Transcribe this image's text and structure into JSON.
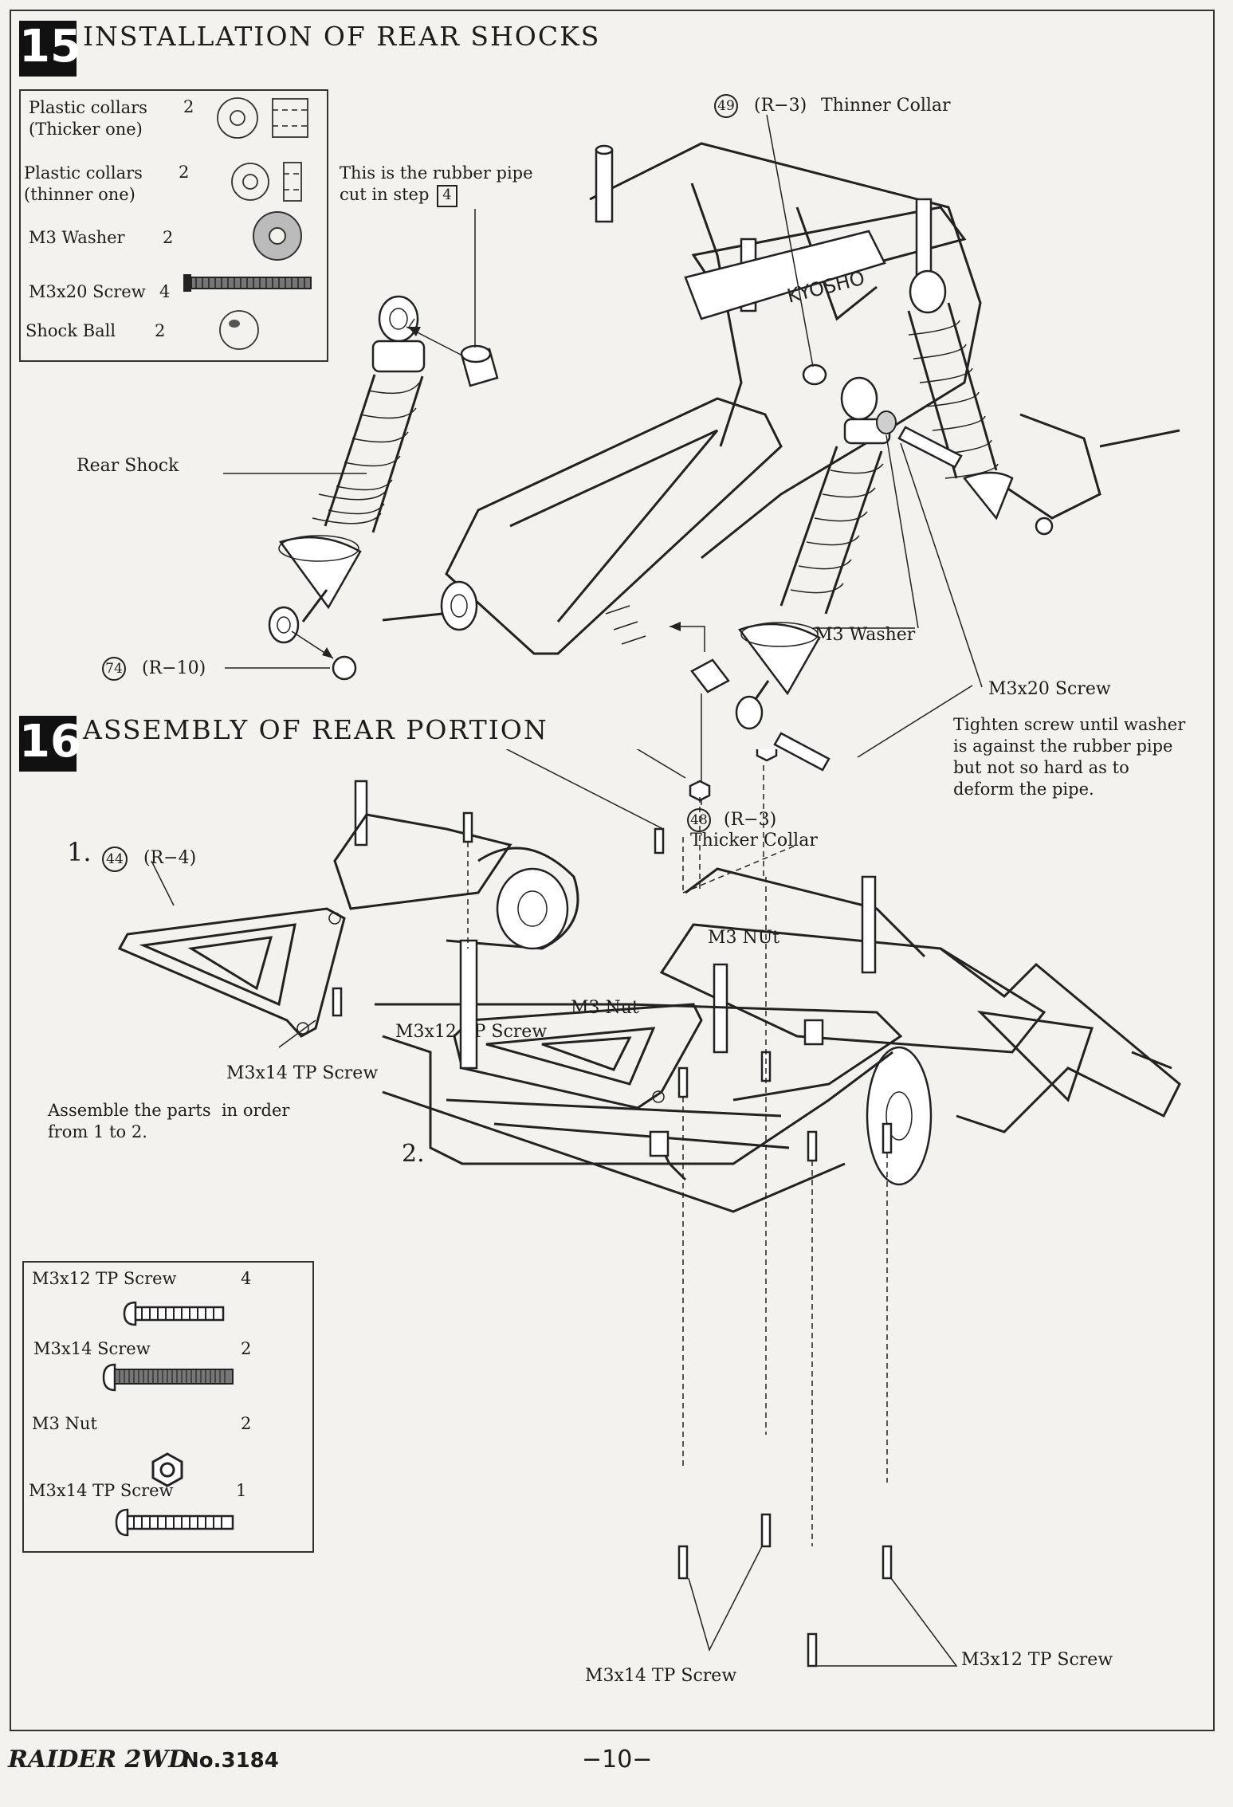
{
  "step15": {
    "number": "15",
    "title": "INSTALLATION OF REAR SHOCKS",
    "parts": [
      {
        "name": "Plastic collars\n(Thicker one)",
        "qty": "2"
      },
      {
        "name": "Plastic collars\n(thinner one)",
        "qty": "2"
      },
      {
        "name": "M3 Washer",
        "qty": "2"
      },
      {
        "name": "M3x20 Screw",
        "qty": "4"
      },
      {
        "name": "Shock Ball",
        "qty": "2"
      }
    ],
    "callouts": {
      "pipe_note": "This is the rubber pipe\ncut in step",
      "pipe_step": "4",
      "thin_num": "49",
      "thin_ref": "(R−3)",
      "thin_label": "Thinner Collar",
      "rear_shock": "Rear Shock",
      "ball_num": "74",
      "ball_ref": "(R−10)",
      "washer": "M3 Washer",
      "screw": "M3x20 Screw",
      "tighten_note": "Tighten screw until washer\nis against the rubber pipe\nbut not so hard as to\ndeform the pipe.",
      "thick_num": "48",
      "thick_ref": "(R−3)",
      "thick_label": "Thicker Collar",
      "brand": "KYOSHO"
    }
  },
  "step16": {
    "number": "16",
    "title": "ASSEMBLY OF REAR PORTION",
    "substep1": "1.",
    "part_num": "44",
    "part_ref": "(R−4)",
    "m3x14_tp_a": "M3x14 TP Screw",
    "order_note": "Assemble the parts  in order\nfrom 1 to 2.",
    "substep2": "2.",
    "m3x12_tp_a": "M3x12 TP Screw",
    "m3_nut_a": "M3 Nut",
    "m3_nut_b": "M3 NUt",
    "m3x14_tp_b": "M3x14 TP Screw",
    "m3x12_tp_b": "M3x12 TP Screw",
    "parts": [
      {
        "name": "M3x12  TP Screw",
        "qty": "4"
      },
      {
        "name": "M3x14  Screw",
        "qty": "2"
      },
      {
        "name": "M3  Nut",
        "qty": "2"
      },
      {
        "name": "M3x14  TP Screw",
        "qty": "1"
      }
    ]
  },
  "footer": {
    "model": "RAIDER 2WD",
    "number": "No.3184",
    "page": "−10−"
  }
}
